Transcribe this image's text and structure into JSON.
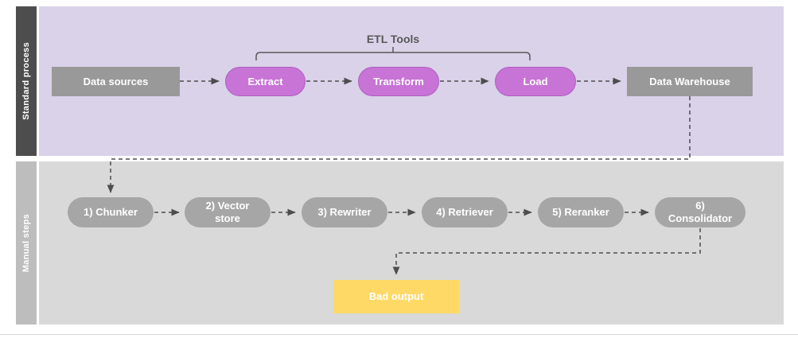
{
  "sections": {
    "standard": {
      "label": "Standard process"
    },
    "manual": {
      "label": "Manual steps"
    }
  },
  "standard": {
    "nodes": {
      "data_sources": "Data sources",
      "extract": "Extract",
      "transform": "Transform",
      "load": "Load",
      "data_warehouse": "Data Warehouse"
    },
    "etl_tools_label": "ETL Tools"
  },
  "manual": {
    "steps": [
      "1) Chunker",
      "2) Vector store",
      "3) Rewriter",
      "4) Retriever",
      "5) Reranker",
      "6) Consolidator"
    ],
    "bad_output": "Bad output"
  },
  "colors": {
    "standard_band": "#d9d2e9",
    "manual_band": "#d9d9d9",
    "standard_sidebar": "#4d4d4d",
    "manual_sidebar": "#bdbdbd",
    "gray_box": "#999999",
    "etl_pill": "#c873d6",
    "step_pill": "#a6a6a6",
    "bad_output_box": "#ffd966",
    "connector": "#4d4d4d"
  }
}
